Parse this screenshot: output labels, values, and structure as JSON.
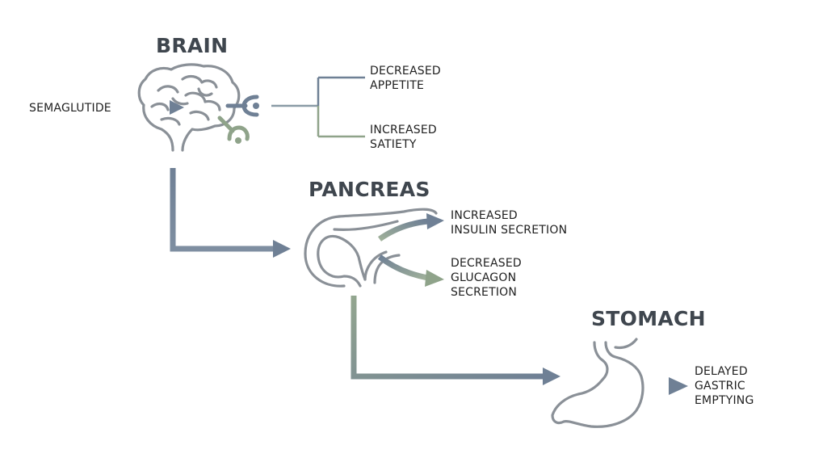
{
  "diagram": {
    "drug": {
      "label": "SEMAGLUTIDE"
    },
    "brain": {
      "title": "BRAIN",
      "effects": [
        {
          "lines": [
            "DECREASED",
            "APPETITE"
          ]
        },
        {
          "lines": [
            "INCREASED",
            "SATIETY"
          ]
        }
      ]
    },
    "pancreas": {
      "title": "PANCREAS",
      "effects": [
        {
          "lines": [
            "INCREASED",
            "INSULIN SECRETION"
          ]
        },
        {
          "lines": [
            "DECREASED",
            "GLUCAGON",
            "SECRETION"
          ]
        }
      ]
    },
    "stomach": {
      "title": "STOMACH",
      "effects": [
        {
          "lines": [
            "DELAYED",
            "GASTRIC",
            "EMPTYING"
          ]
        }
      ]
    }
  },
  "colors": {
    "slate": "#6f8095",
    "sage": "#8fa38a",
    "outline": "#8a9097",
    "title": "#3f464e",
    "text": "#1f1f1f"
  }
}
